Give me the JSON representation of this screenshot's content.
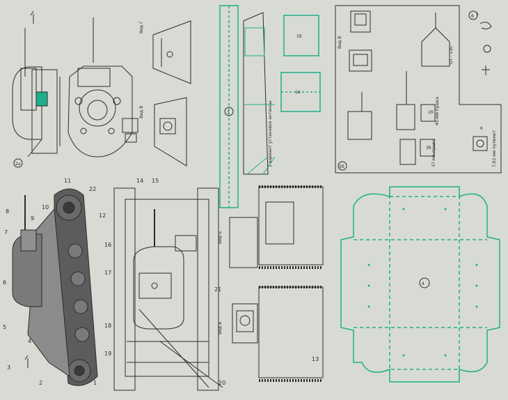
{
  "colors": {
    "paper": "#dadcd5",
    "ink": "#2b2b2b",
    "green": "#1fae8a",
    "dark_fill": "#5c5c5c"
  },
  "part_numbers": [
    "1",
    "2",
    "3",
    "4",
    "5",
    "6",
    "7",
    "8",
    "9",
    "10",
    "11",
    "12",
    "13",
    "14",
    "15",
    "16",
    "17",
    "18",
    "19",
    "20",
    "21",
    "22"
  ],
  "view_labels": {
    "view_g": "Вид Г",
    "view_v": "Вид В",
    "view_b": "Вид Б",
    "view_a": "Вид А",
    "view_v2": "Вид В"
  },
  "fig_numbers": {
    "fig_2a": "2а",
    "fig_3": "3",
    "fig_1b": "1б",
    "fig_1v": "1в",
    "fig_5b": "5б",
    "fig_4": "4",
    "fig_6": "6"
  },
  "captions": {
    "variant_caption": "1 вариант установки антенны",
    "gun_45": "45-мм пушка",
    "gun_37": "37-мм пушка",
    "ot_label": "ОТ - 130",
    "flamethrower": "7,62-мм пулемет",
    "marker_1b": "1б",
    "marker_3b": "3б",
    "marker_5": "5",
    "marker_6": "6"
  }
}
